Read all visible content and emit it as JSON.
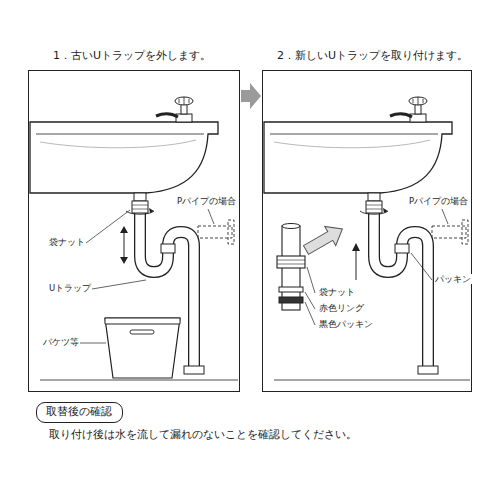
{
  "diagram": {
    "nodes": [
      {
        "text": [
          "1．古いUトラップを外します。"
        ]
      },
      {
        "text": [
          "2．新しいUトラップを取り付けます。"
        ]
      },
      {
        "text": [
          "取替後の確認"
        ]
      }
    ],
    "edges": [
      {
        "from": 0,
        "to": 1,
        "arrow": "to"
      }
    ],
    "labels": [
      "Pパイプの場合",
      "袋ナット",
      "Uトラップ",
      "バケツ等",
      "Pパイプの場合",
      "パッキン",
      "袋ナット",
      "赤色リング",
      "黒色パッキン",
      "取り付け後は水を流して漏れのないことを確認してください。"
    ]
  }
}
